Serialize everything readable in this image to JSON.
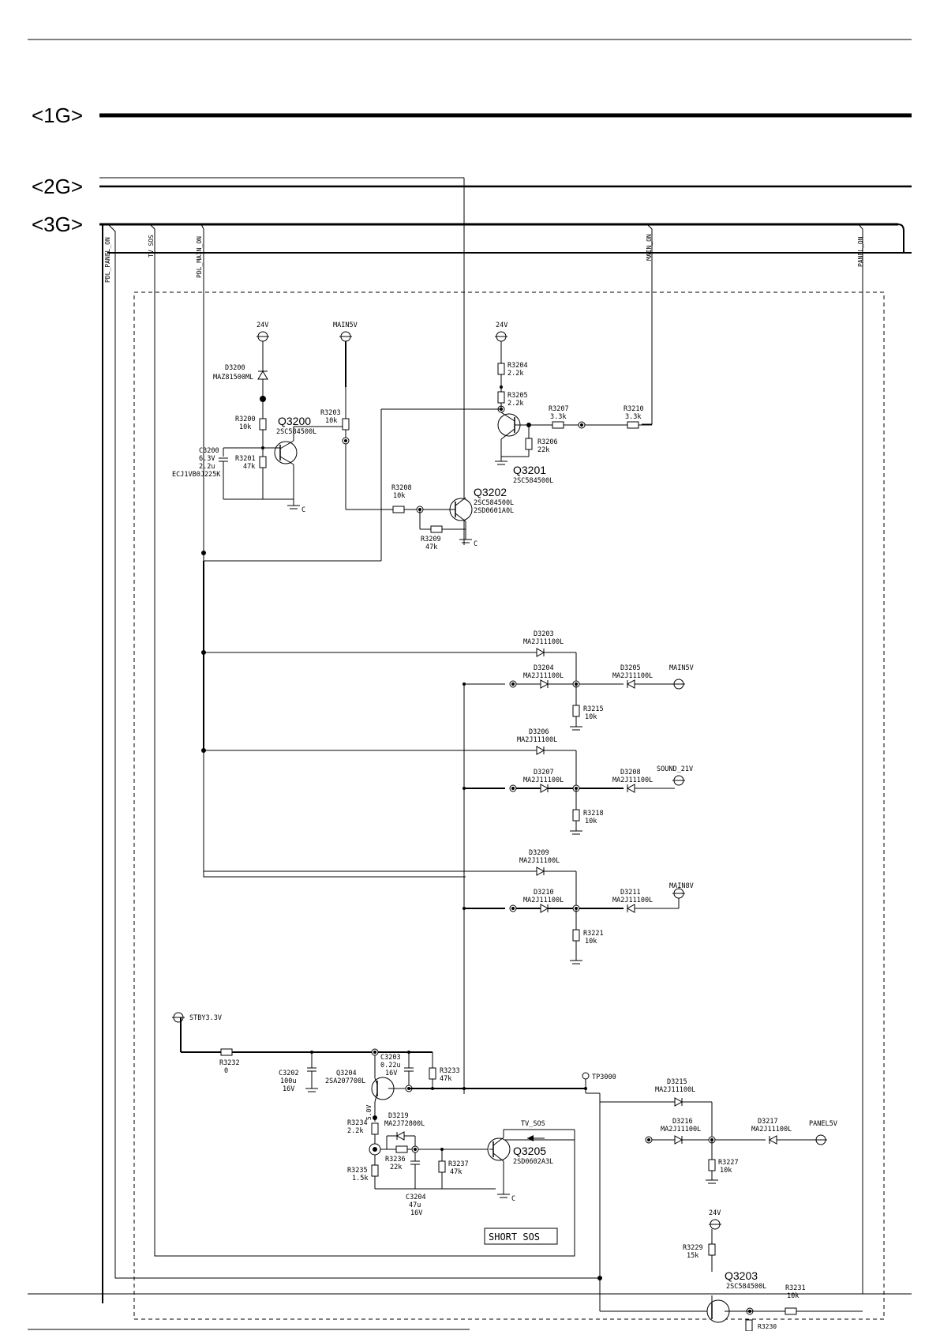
{
  "buses": [
    {
      "label": "<1G>"
    },
    {
      "label": "<2G>"
    },
    {
      "label": "<3G>"
    }
  ],
  "vertical_nets": [
    {
      "label": "PDL_PANEL_ON"
    },
    {
      "label": "TV_SOS"
    },
    {
      "label": "PDL_MAIN_ON"
    },
    {
      "label": "MAIN_ON"
    },
    {
      "label": "PANEL_ON"
    }
  ],
  "power": {
    "p24v_a": "24V",
    "main5v_top": "MAIN5V",
    "p24v_b": "24V",
    "main5v_right": "MAIN5V",
    "sound21v": "SOUND_21V",
    "main8v": "MAIN8V",
    "stby": "STBY3.3V",
    "tp3000": "TP3000",
    "panel5v": "PANEL5V",
    "p24v_c": "24V"
  },
  "transistors": {
    "q3200": {
      "ref": "Q3200",
      "part": "2SC584500L"
    },
    "q3201": {
      "ref": "Q3201",
      "part": "2SC584500L"
    },
    "q3202": {
      "ref": "Q3202",
      "part": "2SC584500L",
      "part2": "2SD0601A0L"
    },
    "q3204": {
      "ref": "Q3204",
      "part": "2SA207700L"
    },
    "q3205": {
      "ref": "Q3205",
      "part": "2SD0602A3L"
    },
    "q3203": {
      "ref": "Q3203",
      "part": "2SC584500L"
    }
  },
  "resistors": {
    "r3200": {
      "ref": "R3200",
      "val": "10k"
    },
    "r3201": {
      "ref": "R3201",
      "val": "47k"
    },
    "r3203": {
      "ref": "R3203",
      "val": "10k"
    },
    "r3204": {
      "ref": "R3204",
      "val": "2.2k"
    },
    "r3205": {
      "ref": "R3205",
      "val": "2.2k"
    },
    "r3207": {
      "ref": "R3207",
      "val": "3.3k"
    },
    "r3210": {
      "ref": "R3210",
      "val": "3.3k"
    },
    "r3206": {
      "ref": "R3206",
      "val": "22k"
    },
    "r3208": {
      "ref": "R3208",
      "val": "10k"
    },
    "r3209": {
      "ref": "R3209",
      "val": "47k"
    },
    "r3215": {
      "ref": "R3215",
      "val": "10k"
    },
    "r3218": {
      "ref": "R3218",
      "val": "10k"
    },
    "r3221": {
      "ref": "R3221",
      "val": "10k"
    },
    "r3232": {
      "ref": "R3232",
      "val": "0"
    },
    "r3233": {
      "ref": "R3233",
      "val": "47k"
    },
    "r3234": {
      "ref": "R3234",
      "val": "2.2k"
    },
    "r3236": {
      "ref": "R3236",
      "val": "22k"
    },
    "r3237": {
      "ref": "R3237",
      "val": "47k"
    },
    "r3235": {
      "ref": "R3235",
      "val": "1.5k"
    },
    "r3227": {
      "ref": "R3227",
      "val": "10k"
    },
    "r3229": {
      "ref": "R3229",
      "val": "15k"
    },
    "r3231": {
      "ref": "R3231",
      "val": "10k"
    }
  },
  "diodes": {
    "d3200": {
      "ref": "D3200",
      "part": "MAZ81500ML"
    },
    "d3203": {
      "ref": "D3203",
      "part": "MA2J11100L"
    },
    "d3204": {
      "ref": "D3204",
      "part": "MA2J11100L"
    },
    "d3205": {
      "ref": "D3205",
      "part": "MA2J11100L"
    },
    "d3206": {
      "ref": "D3206",
      "part": "MA2J11100L"
    },
    "d3207": {
      "ref": "D3207",
      "part": "MA2J11100L"
    },
    "d3208": {
      "ref": "D3208",
      "part": "MA2J11100L"
    },
    "d3209": {
      "ref": "D3209",
      "part": "MA2J11100L"
    },
    "d3210": {
      "ref": "D3210",
      "part": "MA2J11100L"
    },
    "d3211": {
      "ref": "D3211",
      "part": "MA2J11100L"
    },
    "d3219": {
      "ref": "D3219",
      "part": "MA2J72800L"
    },
    "d3215": {
      "ref": "D3215",
      "part": "MA2J11100L"
    },
    "d3216": {
      "ref": "D3216",
      "part": "MA2J11100L"
    },
    "d3217": {
      "ref": "D3217",
      "part": "MA2J11100L"
    }
  },
  "capacitors": {
    "c3200": {
      "ref": "C3200",
      "v": "6.3V",
      "val": "2.2u",
      "part": "ECJ1VB0J225K"
    },
    "c3202": {
      "ref": "C3202",
      "val": "100u",
      "v": "16V"
    },
    "c3203": {
      "ref": "C3203",
      "val": "0.22u",
      "v": "16V"
    },
    "c3204": {
      "ref": "C3204",
      "val": "47u",
      "v": "16V"
    }
  },
  "misc": {
    "ground": "C",
    "voltage_5v": "5.0V",
    "tv_sos_arrow_label": "TV_SOS",
    "short_sos_box": "SHORT SOS",
    "cut_label": "R3230"
  }
}
